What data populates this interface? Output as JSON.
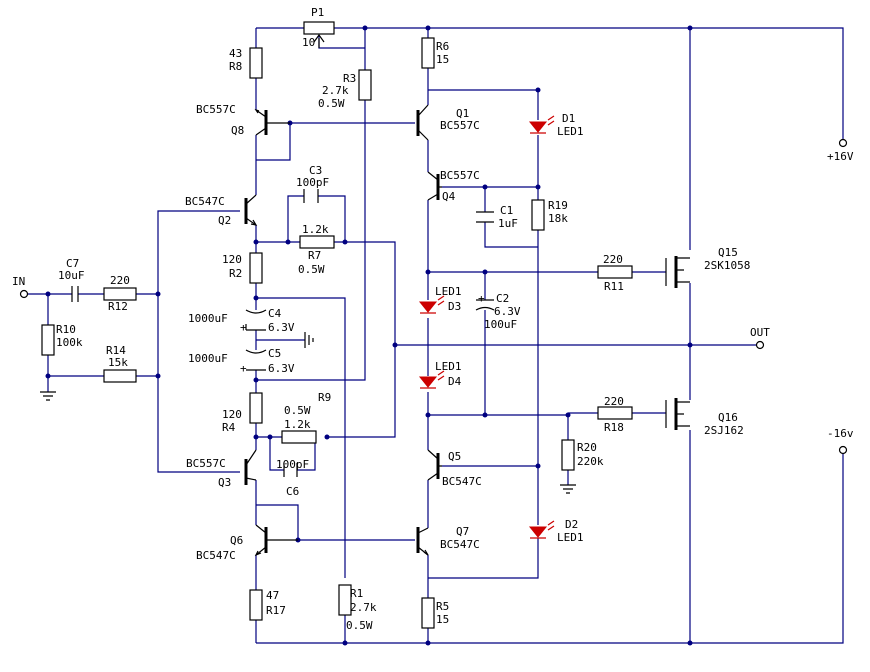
{
  "labels": {
    "in": "IN",
    "out": "OUT",
    "pos_rail": "+16V",
    "neg_rail": "-16v",
    "P1": "P1",
    "P1_val": "10",
    "R1": "R1",
    "R1_val": "2.7k",
    "R1_pow": "0.5W",
    "R2": "R2",
    "R2_val": "120",
    "R3": "R3",
    "R3_val": "2.7k",
    "R3_pow": "0.5W",
    "R4": "R4",
    "R4_val": "120",
    "R5": "R5",
    "R5_val": "15",
    "R6": "R6",
    "R6_val": "15",
    "R7": "R7",
    "R7_val": "1.2k",
    "R7_pow": "0.5W",
    "R8": "R8",
    "R8_val": "43",
    "R9": "R9",
    "R9_val": "1.2k",
    "R9_pow": "0.5W",
    "R10": "R10",
    "R10_val": "100k",
    "R11": "R11",
    "R11_val": "220",
    "R12": "R12",
    "R12_val": "220",
    "R14": "R14",
    "R14_val": "15k",
    "R17": "R17",
    "R17_val": "47",
    "R18": "R18",
    "R18_val": "220",
    "R19": "R19",
    "R19_val": "18k",
    "R20": "R20",
    "R20_val": "220k",
    "C1": "C1",
    "C1_val": "1uF",
    "C2": "C2",
    "C2_v": "6.3V",
    "C2_val": "100uF",
    "C3": "C3",
    "C3_val": "100pF",
    "C4": "C4",
    "C4_val": "1000uF",
    "C4_v": "6.3V",
    "C5": "C5",
    "C5_val": "1000uF",
    "C5_v": "6.3V",
    "C6": "C6",
    "C6_val": "100pF",
    "C7": "C7",
    "C7_val": "10uF",
    "D1": "D1",
    "D1_type": "LED1",
    "D2": "D2",
    "D2_type": "LED1",
    "D3": "D3",
    "D3_type": "LED1",
    "D4": "D4",
    "D4_type": "LED1",
    "Q1": "Q1",
    "Q1_type": "BC557C",
    "Q2": "Q2",
    "Q2_type": "BC547C",
    "Q3": "Q3",
    "Q3_type": "BC557C",
    "Q4": "Q4",
    "Q4_type": "BC557C",
    "Q5": "Q5",
    "Q5_type": "BC547C",
    "Q6": "Q6",
    "Q6_type": "BC547C",
    "Q7": "Q7",
    "Q7_type": "BC547C",
    "Q8": "Q8",
    "Q8_type": "BC557C",
    "Q15": "Q15",
    "Q15_type": "2SK1058",
    "Q16": "Q16",
    "Q16_type": "2SJ162",
    "plus": "+"
  },
  "colors": {
    "wire": "#000080",
    "component": "#000000",
    "led": "#cc0000"
  }
}
